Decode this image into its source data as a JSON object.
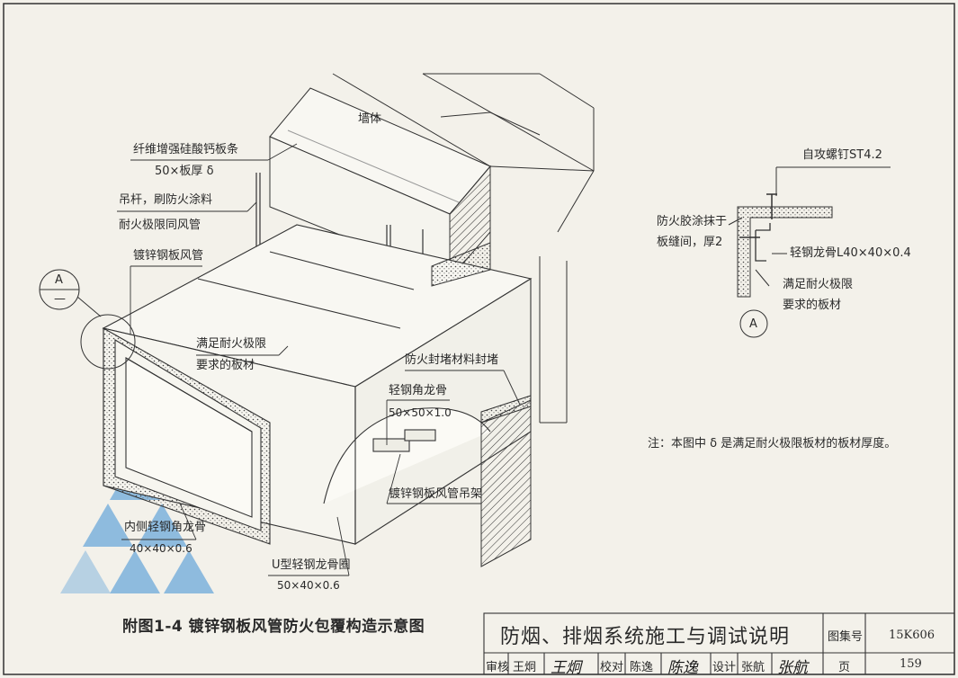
{
  "main_drawing": {
    "labels": {
      "wall": "墙体",
      "board_strip_1": "纤维增强硅酸钙板条",
      "board_strip_2": "50×板厚 δ",
      "hanger_1": "吊杆，刷防火涂料",
      "hanger_2": "耐火极限同风管",
      "duct": "镀锌钢板风管",
      "fire_board_1": "满足耐火极限",
      "fire_board_2": "要求的板材",
      "fire_seal": "防火封堵材料封堵",
      "angle_keel_1": "轻钢角龙骨",
      "angle_keel_2": "50×50×1.0",
      "duct_hanger": "镀锌钢板风管吊架",
      "inner_keel_1": "内侧轻钢角龙骨",
      "inner_keel_2": "40×40×0.6",
      "u_keel_1": "U型轻钢龙骨圈",
      "u_keel_2": "50×40×0.6",
      "section_marker_top": "A",
      "section_marker_bottom": "—"
    }
  },
  "detail_a": {
    "labels": {
      "screw": "自攻螺钉ST4.2",
      "fire_glue_1": "防火胶涂抹于",
      "fire_glue_2": "板缝间，厚2",
      "steel_keel": "轻钢龙骨L40×40×0.4",
      "board_1": "满足耐火极限",
      "board_2": "要求的板材",
      "marker": "A"
    }
  },
  "note": "注：本图中 δ 是满足耐火极限板材的板材厚度。",
  "caption": "附图1-4  镀锌钢板风管防火包覆构造示意图",
  "title_block": {
    "title": "防烟、排烟系统施工与调试说明",
    "atlas_label": "图集号",
    "atlas_no": "15K606",
    "review_label": "审核",
    "review_name": "王炯",
    "review_sig": "王炯",
    "check_label": "校对",
    "check_name": "陈逸",
    "check_sig": "陈逸",
    "design_label": "设计",
    "design_name": "张航",
    "design_sig": "张航",
    "page_label": "页",
    "page_no": "159"
  },
  "colors": {
    "paper": "#f3f1ea",
    "line": "#2a2a2a",
    "watermark": "#3d8fd6"
  }
}
